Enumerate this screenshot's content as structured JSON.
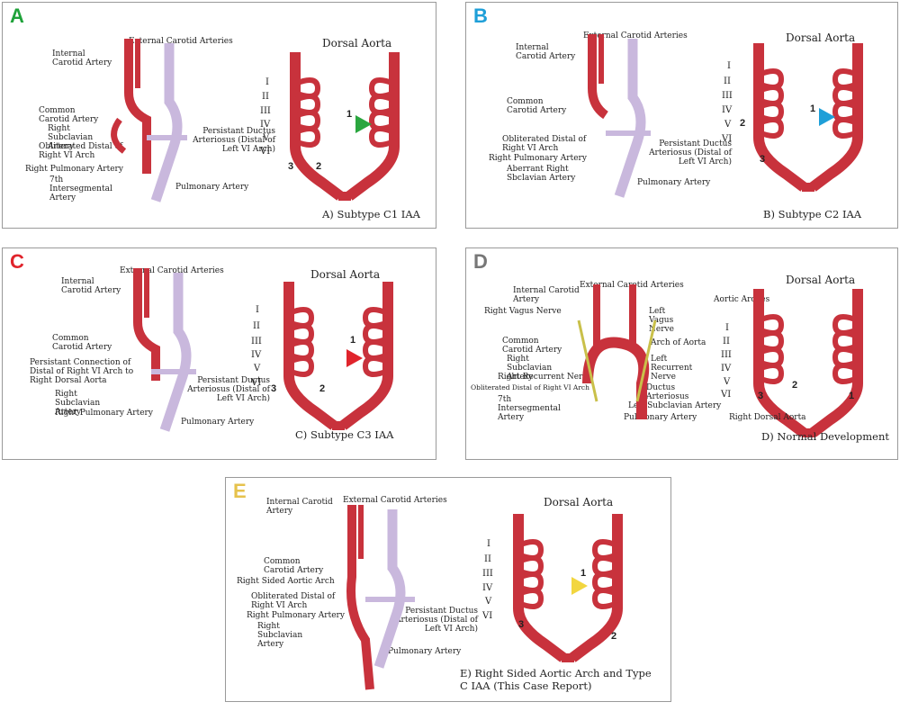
{
  "colors": {
    "artery_red": "#c8323c",
    "artery_dark": "#8c1c24",
    "lavender": "#c9b8dd",
    "label_A": "#1fa23a",
    "label_B": "#1e9fd8",
    "label_C": "#e0242c",
    "label_D": "#777777",
    "label_E": "#e6c24c"
  },
  "panels": [
    {
      "letter": "A",
      "caption": "A) Subtype C1 IAA",
      "dorsal": "Dorsal Aorta",
      "romans": [
        "I",
        "II",
        "III",
        "IV",
        "V",
        "VI"
      ],
      "labels": [
        "Internal Carotid Artery",
        "External Carotid Arteries",
        "Common Carotid Artery",
        "Right Subclavian Artery",
        "Obliterated Distal of Right VI Arch",
        "Right Pulmonary Artery",
        "7th Intersegmental Artery",
        "Pulmonary Artery",
        "Persistant Ductus Arteriosus (Distal of Left VI Arch)"
      ],
      "nums": [
        "1",
        "2",
        "3"
      ]
    },
    {
      "letter": "B",
      "caption": "B) Subtype C2 IAA",
      "dorsal": "Dorsal Aorta",
      "romans": [
        "I",
        "II",
        "III",
        "IV",
        "V",
        "VI"
      ],
      "labels": [
        "Internal Carotid Artery",
        "External Carotid Arteries",
        "Common Carotid Artery",
        "Obliterated Distal of Right VI Arch",
        "Right Pulmonary Artery",
        "Aberrant Right Sbclavian Artery",
        "Pulmonary Artery",
        "Persistant Ductus Arteriosus (Distal of Left VI Arch)"
      ],
      "nums": [
        "1",
        "2",
        "3"
      ]
    },
    {
      "letter": "C",
      "caption": "C) Subtype C3 IAA",
      "dorsal": "Dorsal Aorta",
      "romans": [
        "I",
        "II",
        "III",
        "IV",
        "V",
        "VI"
      ],
      "labels": [
        "Internal Carotid Artery",
        "External Carotid Arteries",
        "Common Carotid Artery",
        "Persistant Connection of Distal of Right VI Arch to Right Dorsal Aorta",
        "Right Subclavian Artery",
        "Right Pulmonary Artery",
        "Pulmonary Artery",
        "Persistant Ductus Arteriosus (Distal of Left VI Arch)"
      ],
      "nums": [
        "1",
        "2",
        "3"
      ]
    },
    {
      "letter": "D",
      "caption": "D) Normal Development",
      "dorsal": "Dorsal Aorta",
      "romans": [
        "I",
        "II",
        "III",
        "IV",
        "V",
        "VI"
      ],
      "labels": [
        "Internal Carotid Artery",
        "External Carotid Arteries",
        "Right Vagus Nerve",
        "Left Vagus Nerve",
        "Common Carotid Artery",
        "Arch of Aorta",
        "Right Subclavian Artery",
        "Left Recurrent Nerve",
        "Right Recurrent Nerve",
        "Obliterated Distal of Right VI Arch",
        "Ductus Arteriosus",
        "7th Intersegmental Artery",
        "Left Subclavian Artery",
        "Pulmonary Artery",
        "Aortic Arches",
        "Right Dorsal Aorta"
      ],
      "nums": [
        "1",
        "2",
        "3"
      ]
    },
    {
      "letter": "E",
      "caption": "E) Right Sided Aortic Arch and Type C IAA (This Case Report)",
      "dorsal": "Dorsal Aorta",
      "romans": [
        "I",
        "II",
        "III",
        "IV",
        "V",
        "VI"
      ],
      "labels": [
        "Internal Carotid Artery",
        "External Carotid Arteries",
        "Common Carotid Artery",
        "Right Sided Aortic Arch",
        "Obliterated Distal of Right VI Arch",
        "Right Pulmonary Artery",
        "Right Subclavian Artery",
        "Pulmonary Artery",
        "Persistant Ductus Arteriosus (Distal of Left VI Arch)"
      ],
      "nums": [
        "1",
        "2",
        "3"
      ]
    }
  ]
}
